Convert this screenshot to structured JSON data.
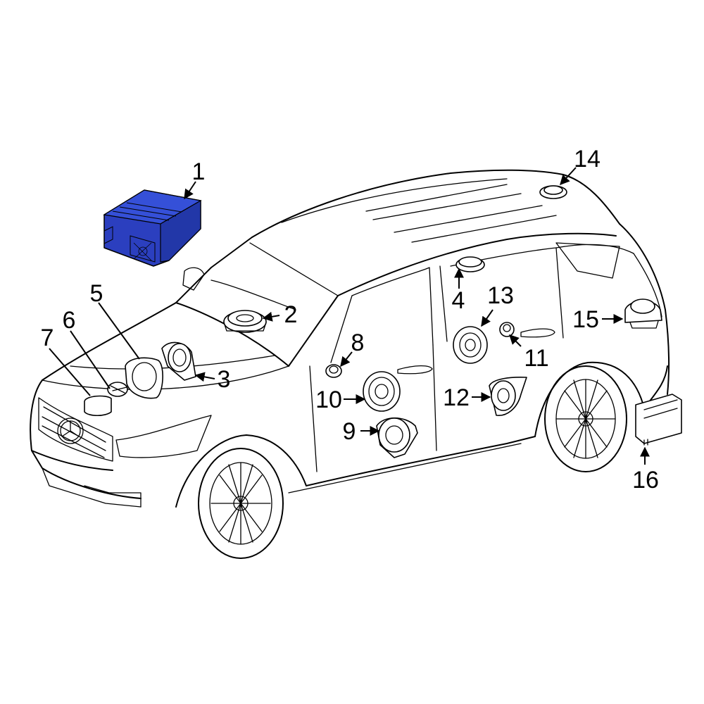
{
  "diagram": {
    "highlight_color": "#2b3fbf",
    "callouts": [
      "1",
      "2",
      "3",
      "4",
      "5",
      "6",
      "7",
      "8",
      "9",
      "10",
      "11",
      "12",
      "13",
      "14",
      "15",
      "16"
    ]
  }
}
